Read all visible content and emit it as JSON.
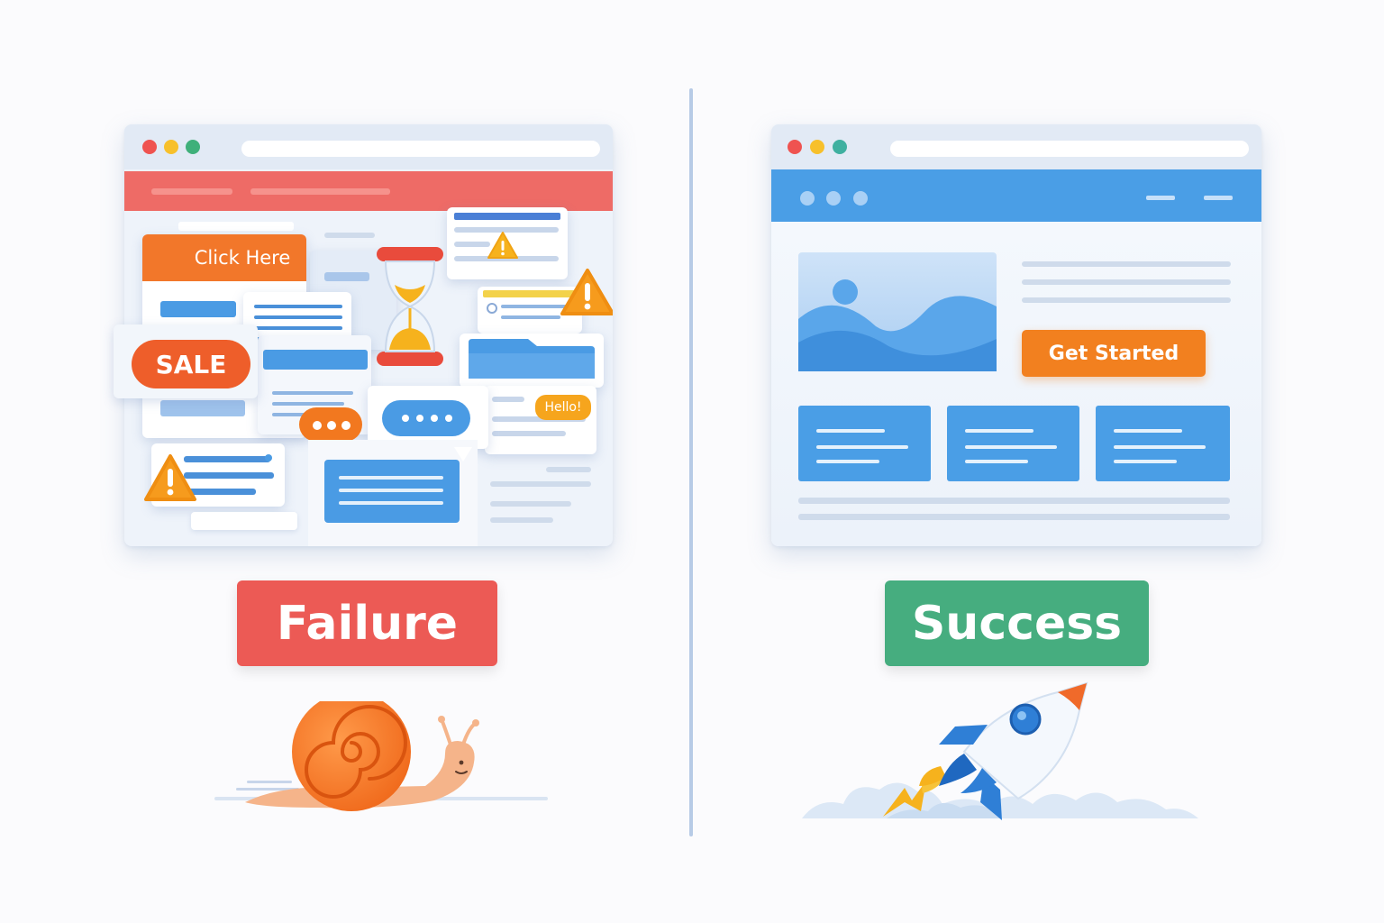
{
  "failure": {
    "cta_label": "Click Here",
    "sale_badge": "SALE",
    "bubble_text": "Hello!",
    "verdict_label": "Failure",
    "warning_icon": "warning-icon",
    "hourglass_icon": "hourglass-icon",
    "snail_icon": "snail-icon"
  },
  "success": {
    "cta_label": "Get Started",
    "verdict_label": "Success",
    "image_icon": "image-placeholder-icon",
    "rocket_icon": "rocket-icon"
  },
  "colors": {
    "failure_red": "#ec5a55",
    "success_green": "#46ad7f",
    "accent_orange": "#f2781f",
    "brand_blue": "#4a9ee6"
  }
}
